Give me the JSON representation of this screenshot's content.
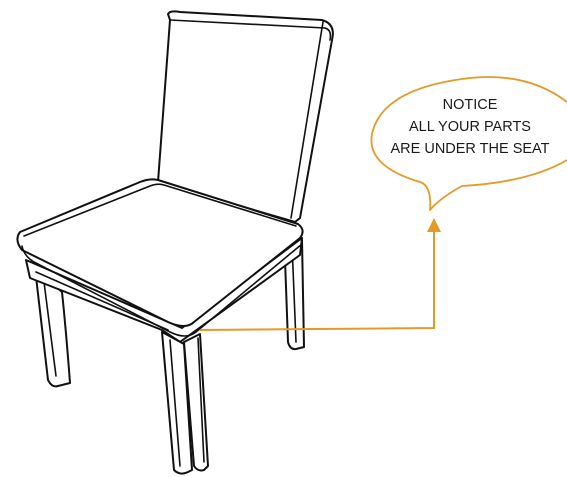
{
  "notice": {
    "line1": "NOTICE",
    "line2": "ALL YOUR PARTS",
    "line3": "ARE UNDER THE SEAT"
  },
  "colors": {
    "accent": "#E39A26",
    "outline": "#111111",
    "background": "#ffffff"
  },
  "icons": {
    "main": "chair-illustration",
    "pointer": "arrow-up-icon"
  }
}
